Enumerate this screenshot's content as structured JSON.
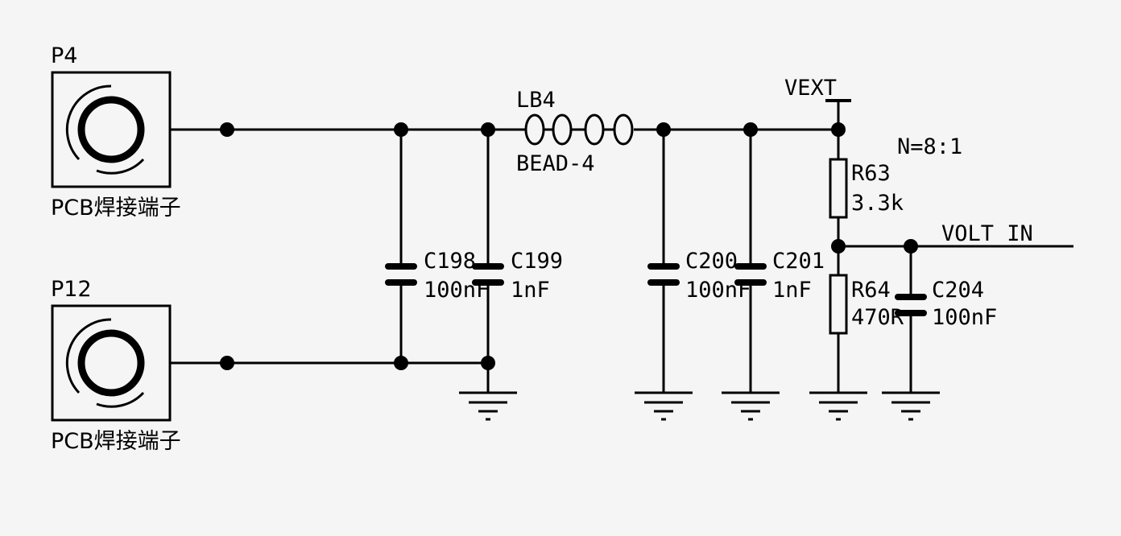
{
  "connectors": [
    {
      "ref": "P4",
      "desc": "PCB焊接端子"
    },
    {
      "ref": "P12",
      "desc": "PCB焊接端子"
    }
  ],
  "bead": {
    "ref": "LB4",
    "value": "BEAD-4"
  },
  "power_net": "VEXT",
  "output_net": "VOLT IN",
  "divider_ratio": "N=8:1",
  "resistors": [
    {
      "ref": "R63",
      "value": "3.3k"
    },
    {
      "ref": "R64",
      "value": "470R"
    }
  ],
  "capacitors": [
    {
      "ref": "C198",
      "value": "100nF"
    },
    {
      "ref": "C199",
      "value": "1nF"
    },
    {
      "ref": "C200",
      "value": "100nF"
    },
    {
      "ref": "C201",
      "value": "1nF"
    },
    {
      "ref": "C204",
      "value": "100nF"
    }
  ]
}
